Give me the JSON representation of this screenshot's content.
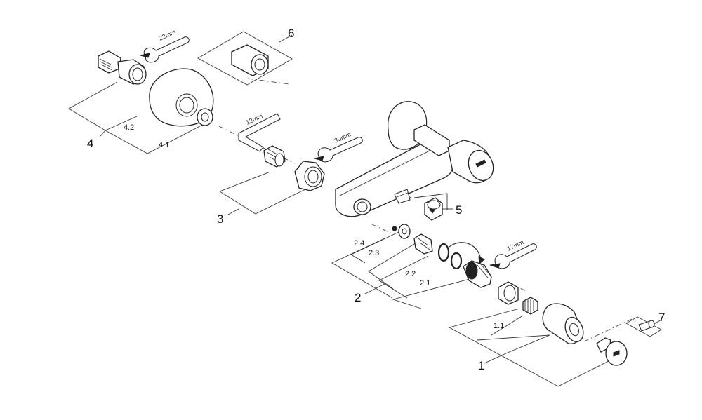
{
  "callouts": {
    "c1": "1",
    "c1_1": "1.1",
    "c2": "2",
    "c2_1": "2.1",
    "c2_2": "2.2",
    "c2_3": "2.3",
    "c2_4": "2.4",
    "c3": "3",
    "c4": "4",
    "c4_1": "4.1",
    "c4_2": "4.2",
    "c5": "5",
    "c6": "6",
    "c7": "7"
  },
  "tools": {
    "wrench_22": "22mm",
    "hex_key_12": "12mm",
    "wrench_30": "30mm",
    "wrench_17": "17mm"
  }
}
